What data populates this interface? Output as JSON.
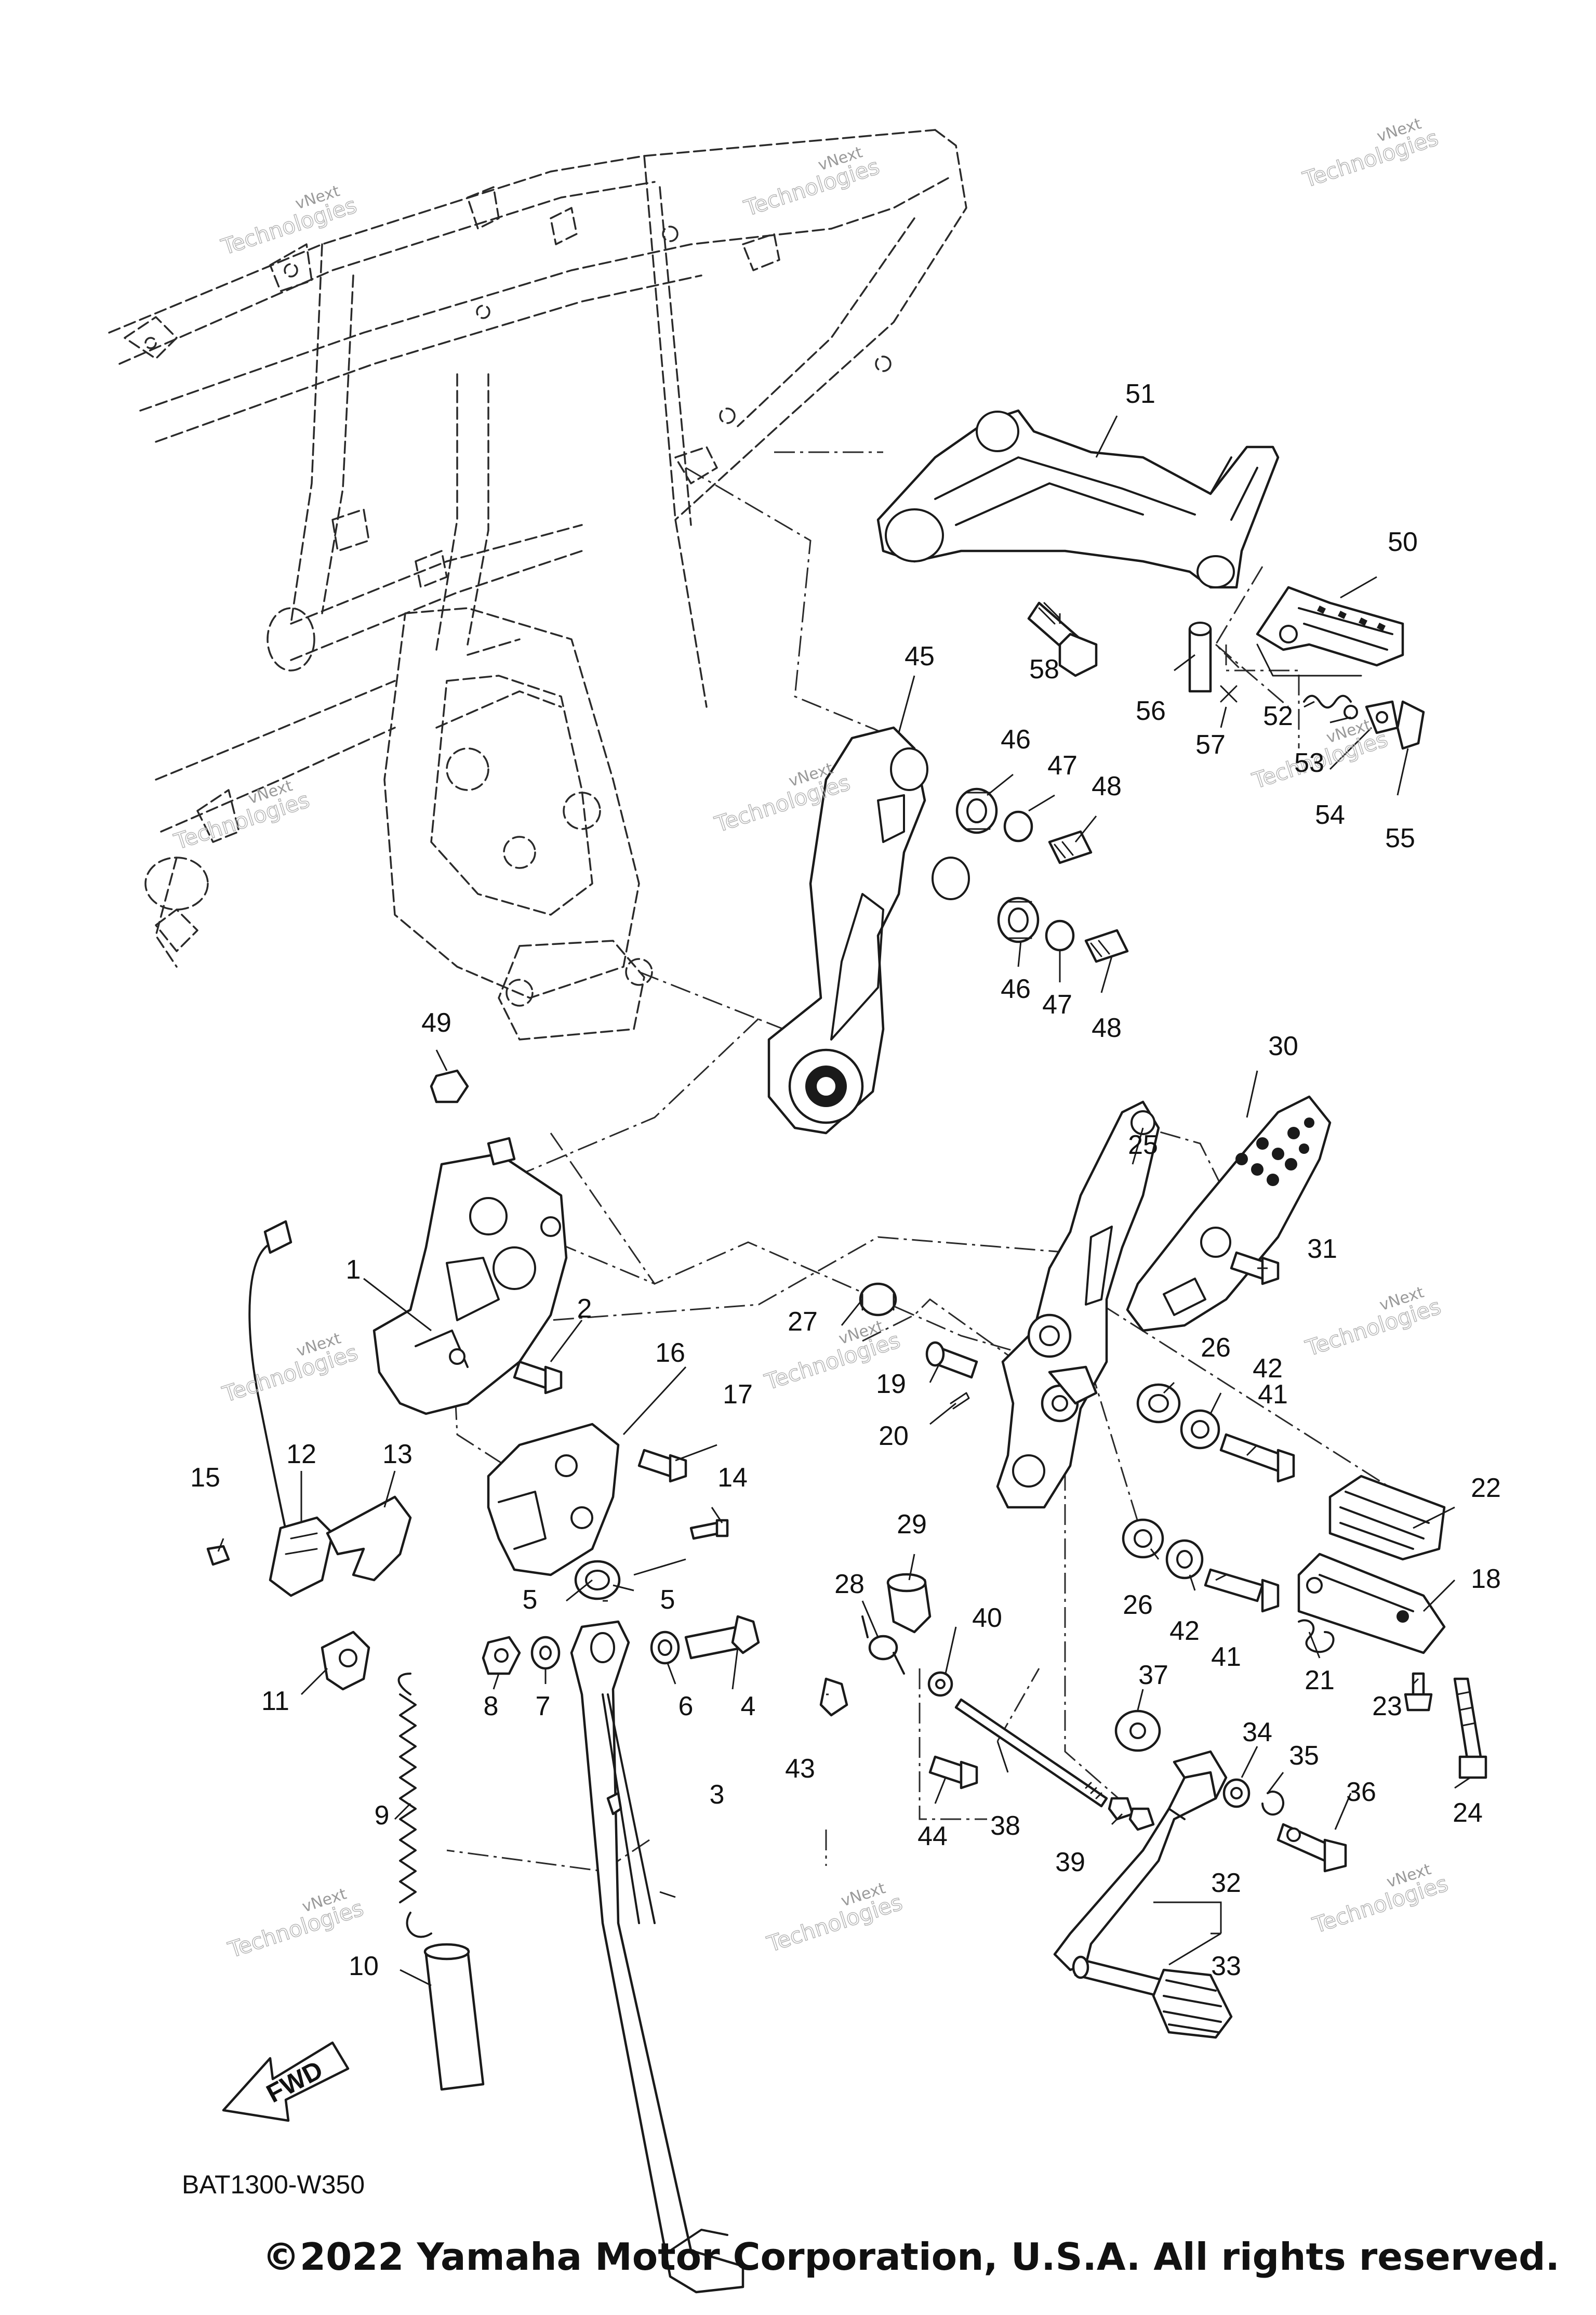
{
  "diagram": {
    "code": "BAT1300-W350",
    "fwd_label": "FWD",
    "watermark_line1": "vNext",
    "watermark_line2": "Technologies",
    "callouts": [
      "1",
      "2",
      "3",
      "4",
      "5",
      "6",
      "7",
      "8",
      "9",
      "10",
      "11",
      "12",
      "13",
      "14",
      "15",
      "16",
      "17",
      "18",
      "19",
      "20",
      "21",
      "22",
      "23",
      "24",
      "25",
      "26",
      "27",
      "28",
      "29",
      "30",
      "31",
      "32",
      "33",
      "34",
      "35",
      "36",
      "37",
      "38",
      "39",
      "40",
      "41",
      "42",
      "43",
      "44",
      "45",
      "46",
      "47",
      "48",
      "49",
      "50",
      "51",
      "52",
      "53",
      "54",
      "55",
      "56",
      "57",
      "58"
    ]
  },
  "copyright": "©2022 Yamaha Motor Corporation, U.S.A. All rights reserved."
}
